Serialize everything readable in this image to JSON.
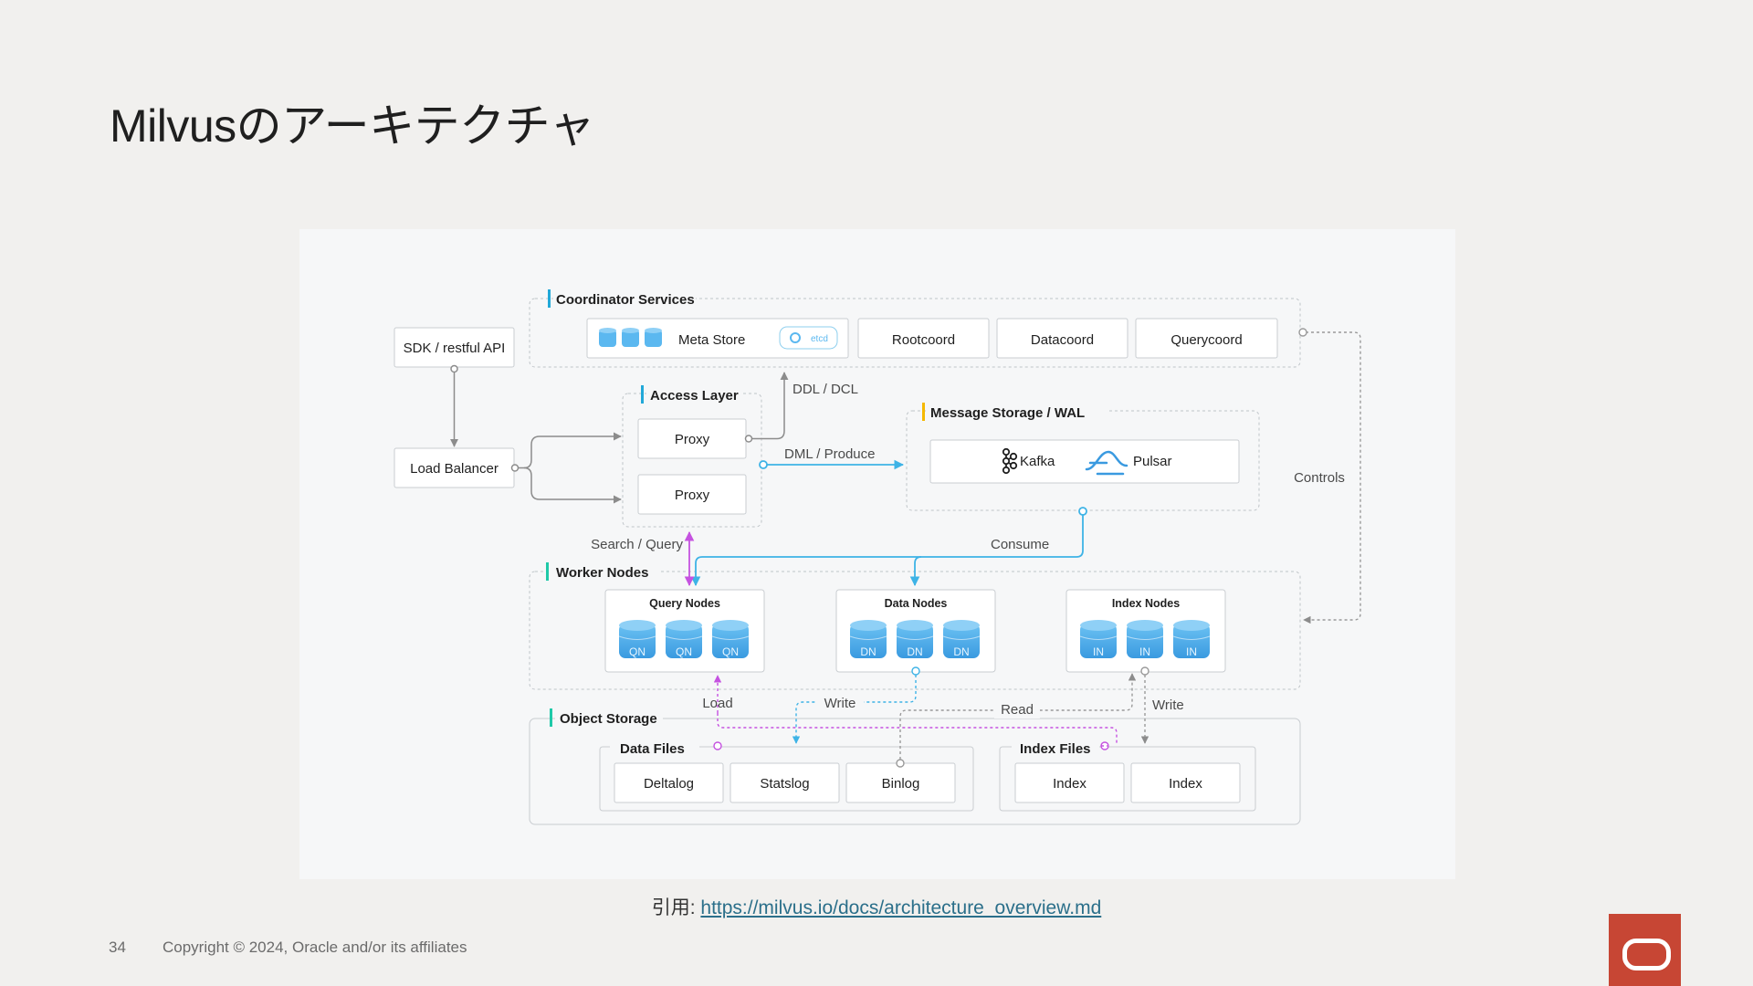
{
  "slide": {
    "title": "Milvusのアーキテクチャ",
    "citation_label": "引用:",
    "citation_link": "https://milvus.io/docs/architecture_overview.md",
    "page_number": "34",
    "copyright": "Copyright © 2024, Oracle and/or its affiliates"
  },
  "diagram": {
    "sdk": "SDK / restful API",
    "load_balancer": "Load Balancer",
    "coordinator": {
      "title": "Coordinator Services",
      "meta_store": "Meta Store",
      "etcd": "etcd",
      "rootcoord": "Rootcoord",
      "datacoord": "Datacoord",
      "querycoord": "Querycoord"
    },
    "access_layer": {
      "title": "Access Layer",
      "proxy_1": "Proxy",
      "proxy_2": "Proxy"
    },
    "message_storage": {
      "title": "Message Storage / WAL",
      "kafka": "Kafka",
      "pulsar": "Pulsar"
    },
    "worker_nodes": {
      "title": "Worker Nodes",
      "query_nodes": {
        "title": "Query Nodes",
        "items": [
          "QN",
          "QN",
          "QN"
        ]
      },
      "data_nodes": {
        "title": "Data Nodes",
        "items": [
          "DN",
          "DN",
          "DN"
        ]
      },
      "index_nodes": {
        "title": "Index Nodes",
        "items": [
          "IN",
          "IN",
          "IN"
        ]
      }
    },
    "object_storage": {
      "title": "Object Storage",
      "data_files": {
        "title": "Data Files",
        "items": [
          "Deltalog",
          "Statslog",
          "Binlog"
        ]
      },
      "index_files": {
        "title": "Index Files",
        "items": [
          "Index",
          "Index"
        ]
      }
    },
    "edges": {
      "ddl_dcl": "DDL / DCL",
      "dml_produce": "DML / Produce",
      "controls": "Controls",
      "search_query": "Search / Query",
      "consume": "Consume",
      "load": "Load",
      "write_1": "Write",
      "read": "Read",
      "write_2": "Write"
    },
    "colors": {
      "coordinator_accent": "#21a8d8",
      "message_accent": "#f5b800",
      "worker_accent": "#1fc9a8",
      "storage_accent": "#1fc9a8",
      "flow_blue": "#3eb3e6",
      "search_magenta": "#c552e0",
      "node_blue": "#5bb8f0",
      "node_blue_dark": "#3a9ae0"
    }
  }
}
